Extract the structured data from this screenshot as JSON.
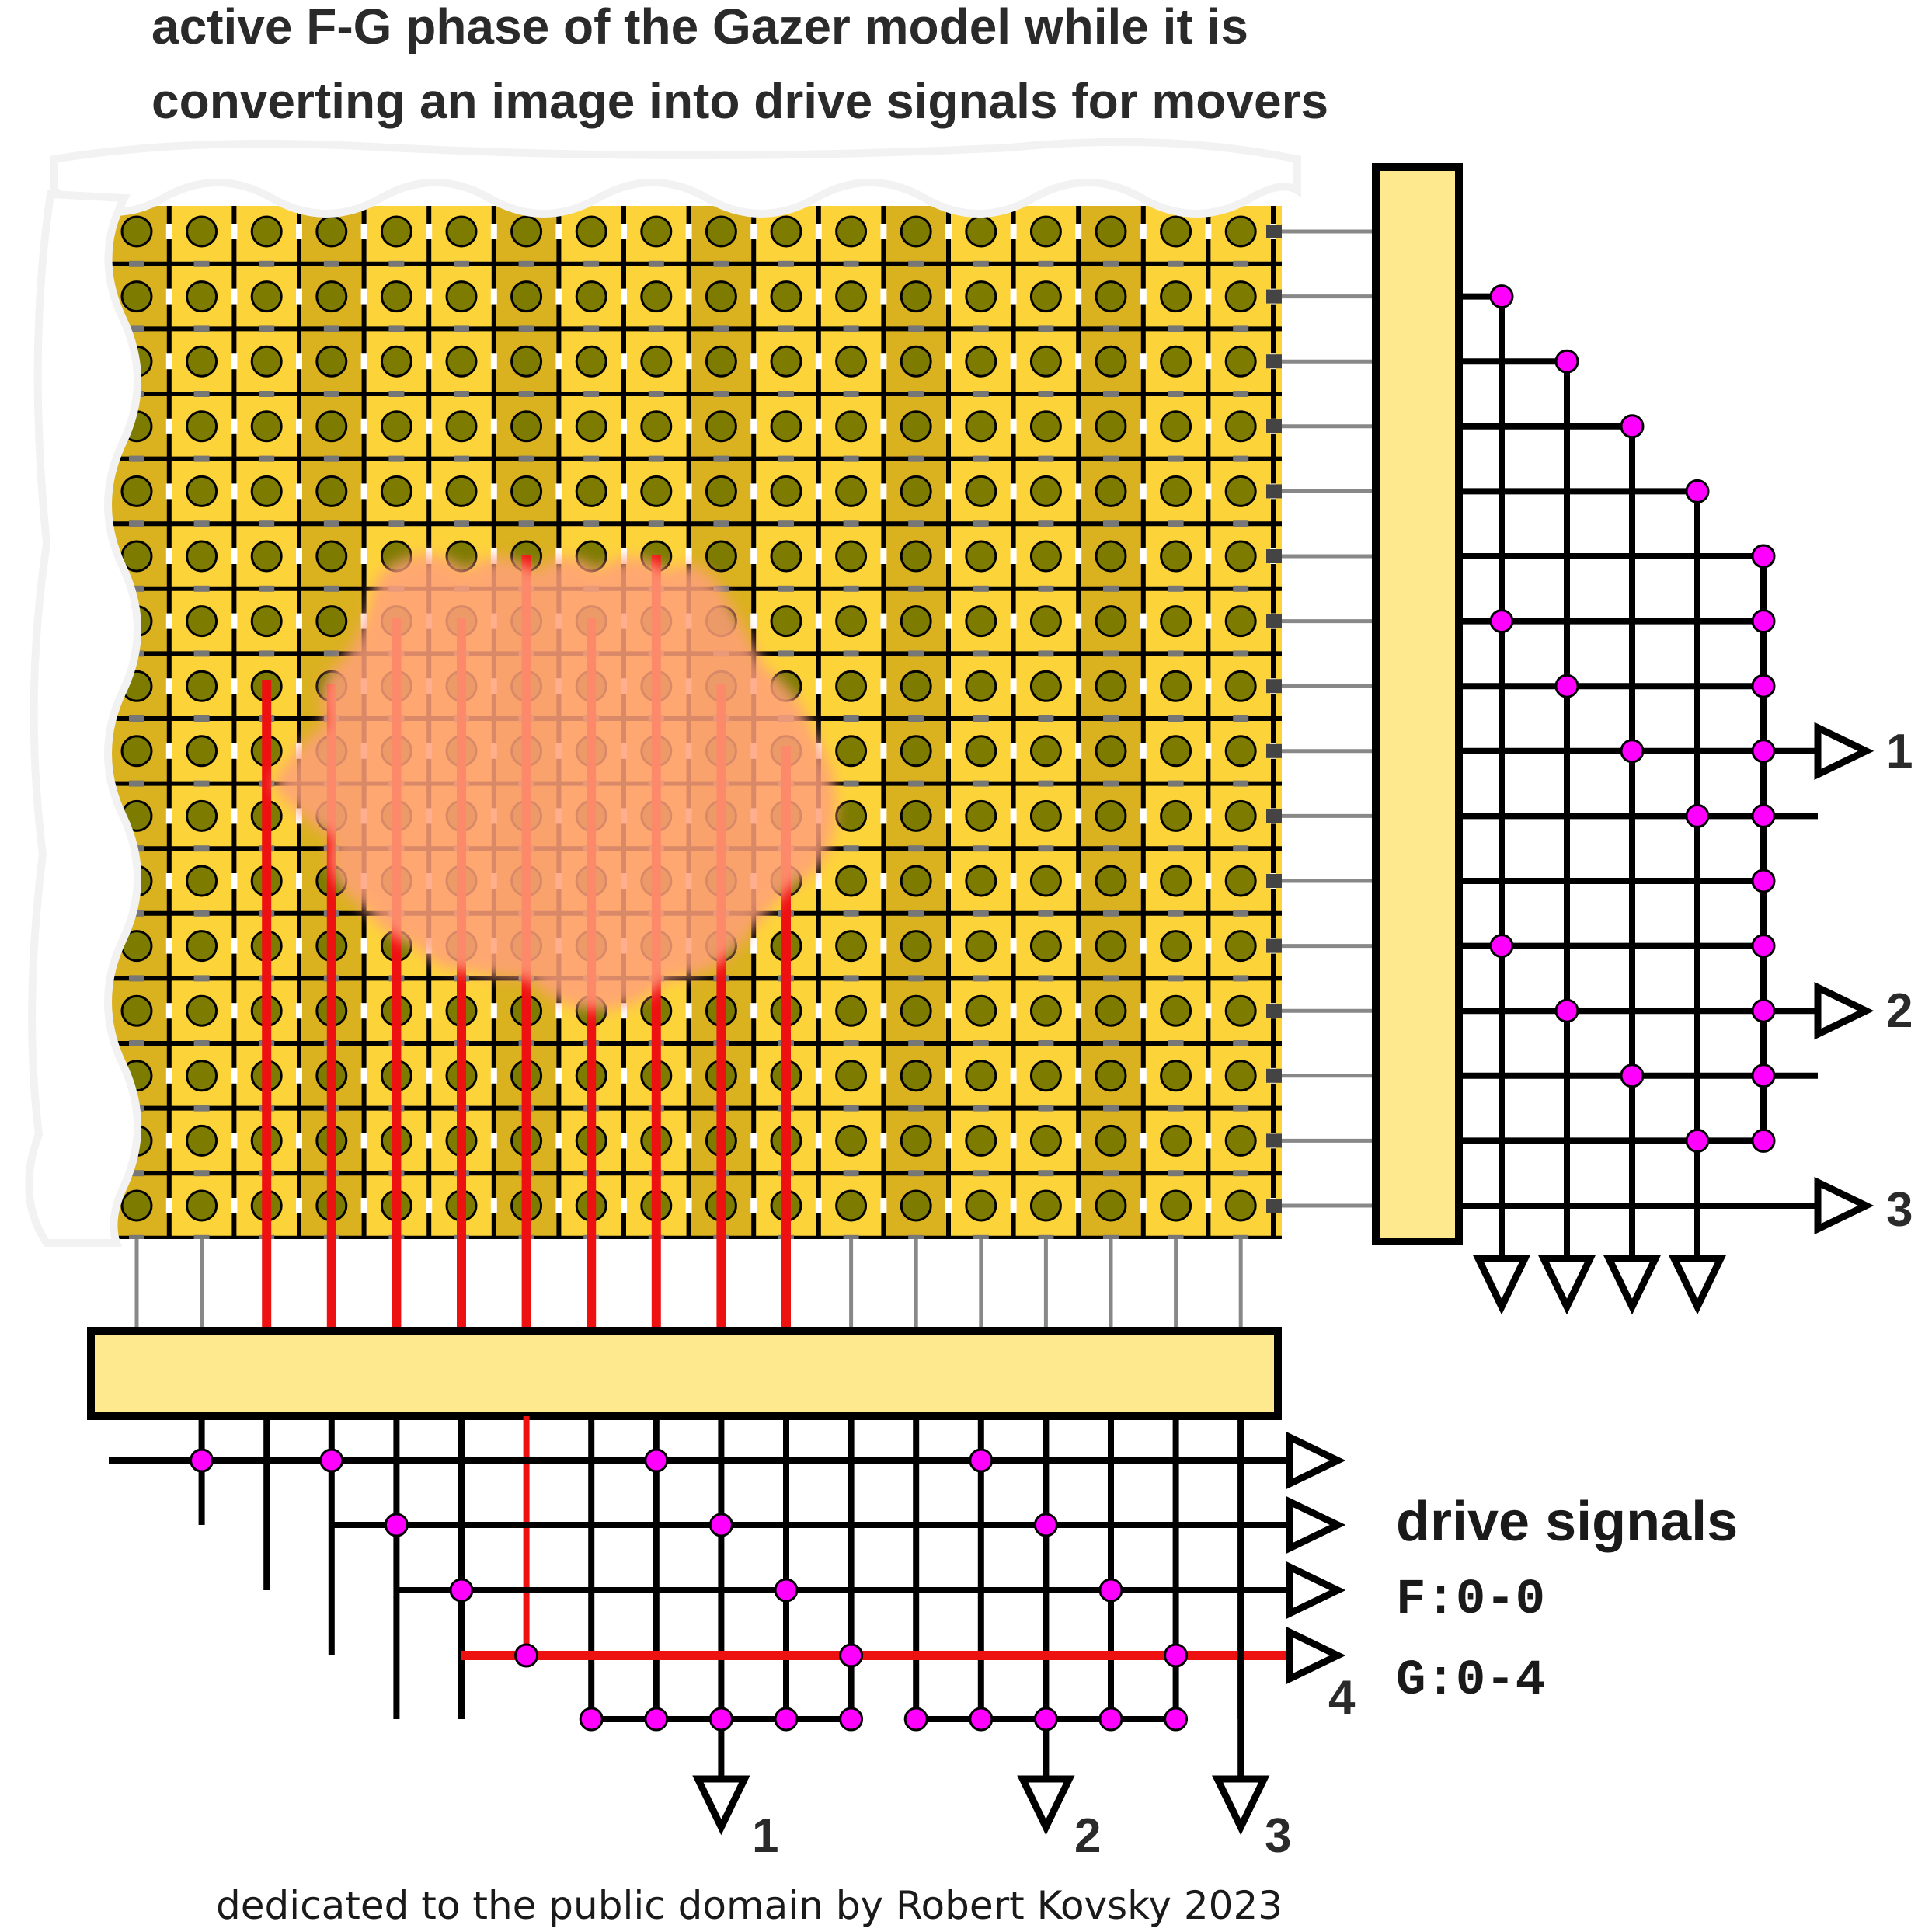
{
  "title": {
    "line1": "active F-G phase of the Gazer model while it is",
    "line2": "converting an image into drive signals for movers"
  },
  "right_outputs": [
    "1",
    "2",
    "3"
  ],
  "bottom_outputs": [
    "1",
    "2",
    "3"
  ],
  "row_output_label": "4",
  "legend": {
    "heading": "drive signals",
    "f_value": "F:0-0",
    "g_value": "G:0-4"
  },
  "credit": "dedicated to the public domain by Robert Kovsky 2023",
  "grid": {
    "columns": 18,
    "rows": 16,
    "active_columns": [
      2,
      3,
      4,
      5,
      6,
      7,
      8,
      9,
      10
    ]
  },
  "colors": {
    "cell_gold": "#fdd33a",
    "cell_dark_gold": "#d4aa1a",
    "node_olive": "#7d7b00",
    "bus_fill": "#fee98f",
    "junction_magenta": "#ff00ff",
    "active_red": "#ee1111",
    "image_blob": "#ffa07a"
  }
}
